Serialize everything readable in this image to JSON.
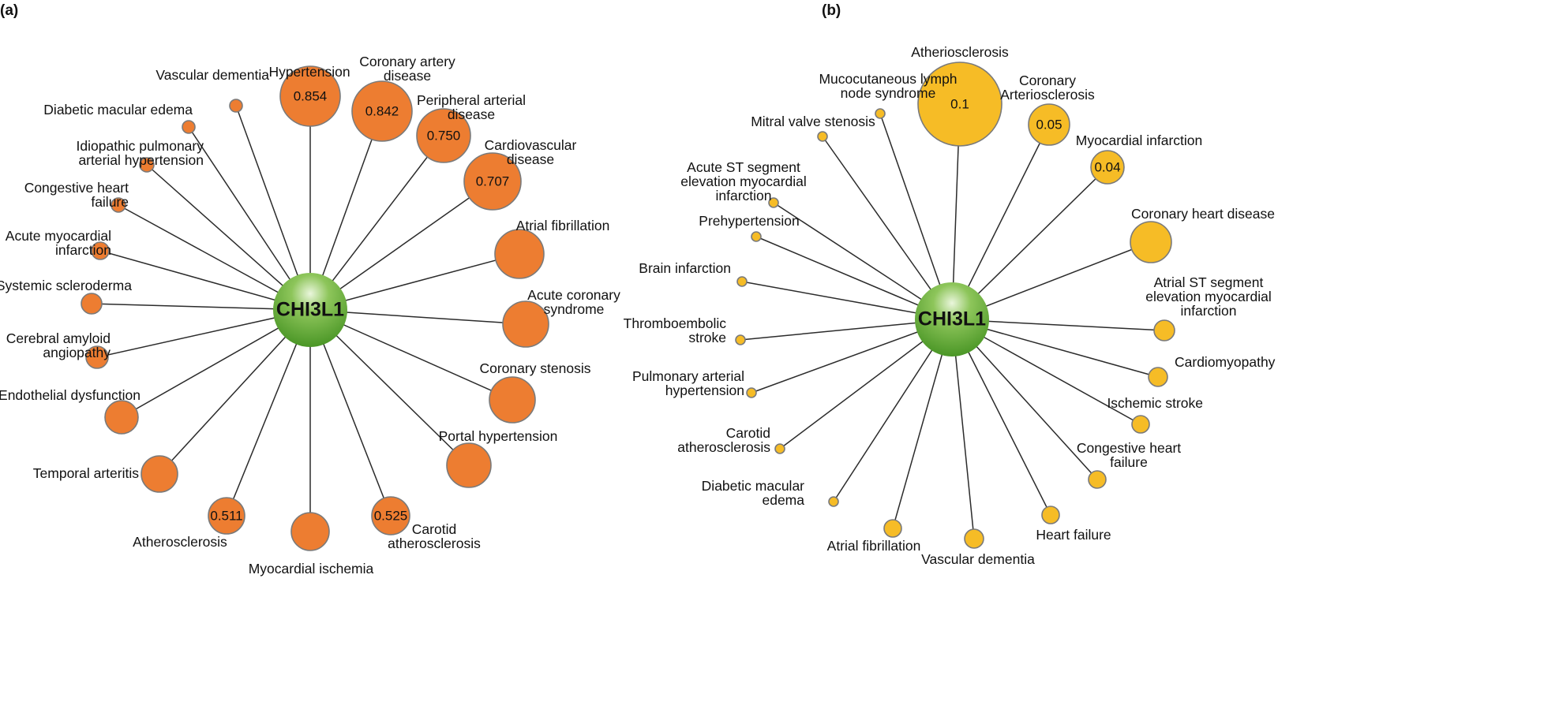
{
  "panels": [
    {
      "label": "(a)",
      "hub": {
        "name": "CHI3L1"
      },
      "nodes": [
        {
          "name": "Hypertension",
          "value": "0.854"
        },
        {
          "name": "Coronary artery disease",
          "value": "0.842"
        },
        {
          "name": "Peripheral arterial disease",
          "value": "0.750"
        },
        {
          "name": "Cardiovascular disease",
          "value": "0.707"
        },
        {
          "name": "Atrial fibrillation",
          "value": ""
        },
        {
          "name": "Acute coronary syndrome",
          "value": ""
        },
        {
          "name": "Coronary stenosis",
          "value": ""
        },
        {
          "name": "Portal hypertension",
          "value": ""
        },
        {
          "name": "Carotid atherosclerosis",
          "value": "0.525"
        },
        {
          "name": "Myocardial ischemia",
          "value": ""
        },
        {
          "name": "Atherosclerosis",
          "value": "0.511"
        },
        {
          "name": "Temporal arteritis",
          "value": ""
        },
        {
          "name": "Endothelial dysfunction",
          "value": ""
        },
        {
          "name": "Cerebral amyloid angiopathy",
          "value": ""
        },
        {
          "name": "Systemic scleroderma",
          "value": ""
        },
        {
          "name": "Acute myocardial infarction",
          "value": ""
        },
        {
          "name": "Congestive heart failure",
          "value": ""
        },
        {
          "name": "Idiopathic pulmonary arterial hypertension",
          "value": ""
        },
        {
          "name": "Diabetic macular edema",
          "value": ""
        },
        {
          "name": "Vascular dementia",
          "value": ""
        }
      ]
    },
    {
      "label": "(b)",
      "hub": {
        "name": "CHI3L1"
      },
      "nodes": [
        {
          "name": "Atheriosclerosis",
          "value": "0.1"
        },
        {
          "name": "Coronary Arteriosclerosis",
          "value": "0.05"
        },
        {
          "name": "Myocardial infarction",
          "value": "0.04"
        },
        {
          "name": "Coronary heart disease",
          "value": ""
        },
        {
          "name": "Atrial ST segment elevation myocardial infarction",
          "value": ""
        },
        {
          "name": "Cardiomyopathy",
          "value": ""
        },
        {
          "name": "Ischemic stroke",
          "value": ""
        },
        {
          "name": "Congestive heart failure",
          "value": ""
        },
        {
          "name": "Heart failure",
          "value": ""
        },
        {
          "name": "Vascular  dementia",
          "value": ""
        },
        {
          "name": "Atrial fibrillation",
          "value": ""
        },
        {
          "name": "Diabetic macular edema",
          "value": ""
        },
        {
          "name": "Carotid atherosclerosis",
          "value": ""
        },
        {
          "name": "Pulmonary arterial hypertension",
          "value": ""
        },
        {
          "name": "Thromboembolic stroke",
          "value": ""
        },
        {
          "name": "Brain infarction",
          "value": ""
        },
        {
          "name": "Prehypertension",
          "value": ""
        },
        {
          "name": "Acute ST segment elevation myocardial infarction",
          "value": ""
        },
        {
          "name": "Mitral valve stenosis",
          "value": ""
        },
        {
          "name": "Mucocutaneous lymph node syndrome",
          "value": ""
        }
      ]
    }
  ],
  "colors": {
    "panel_a_node": "#ED7D31",
    "panel_b_node": "#F6BC26",
    "hub_light": "#cfe8b4",
    "hub_dark": "#4e9a2a"
  }
}
